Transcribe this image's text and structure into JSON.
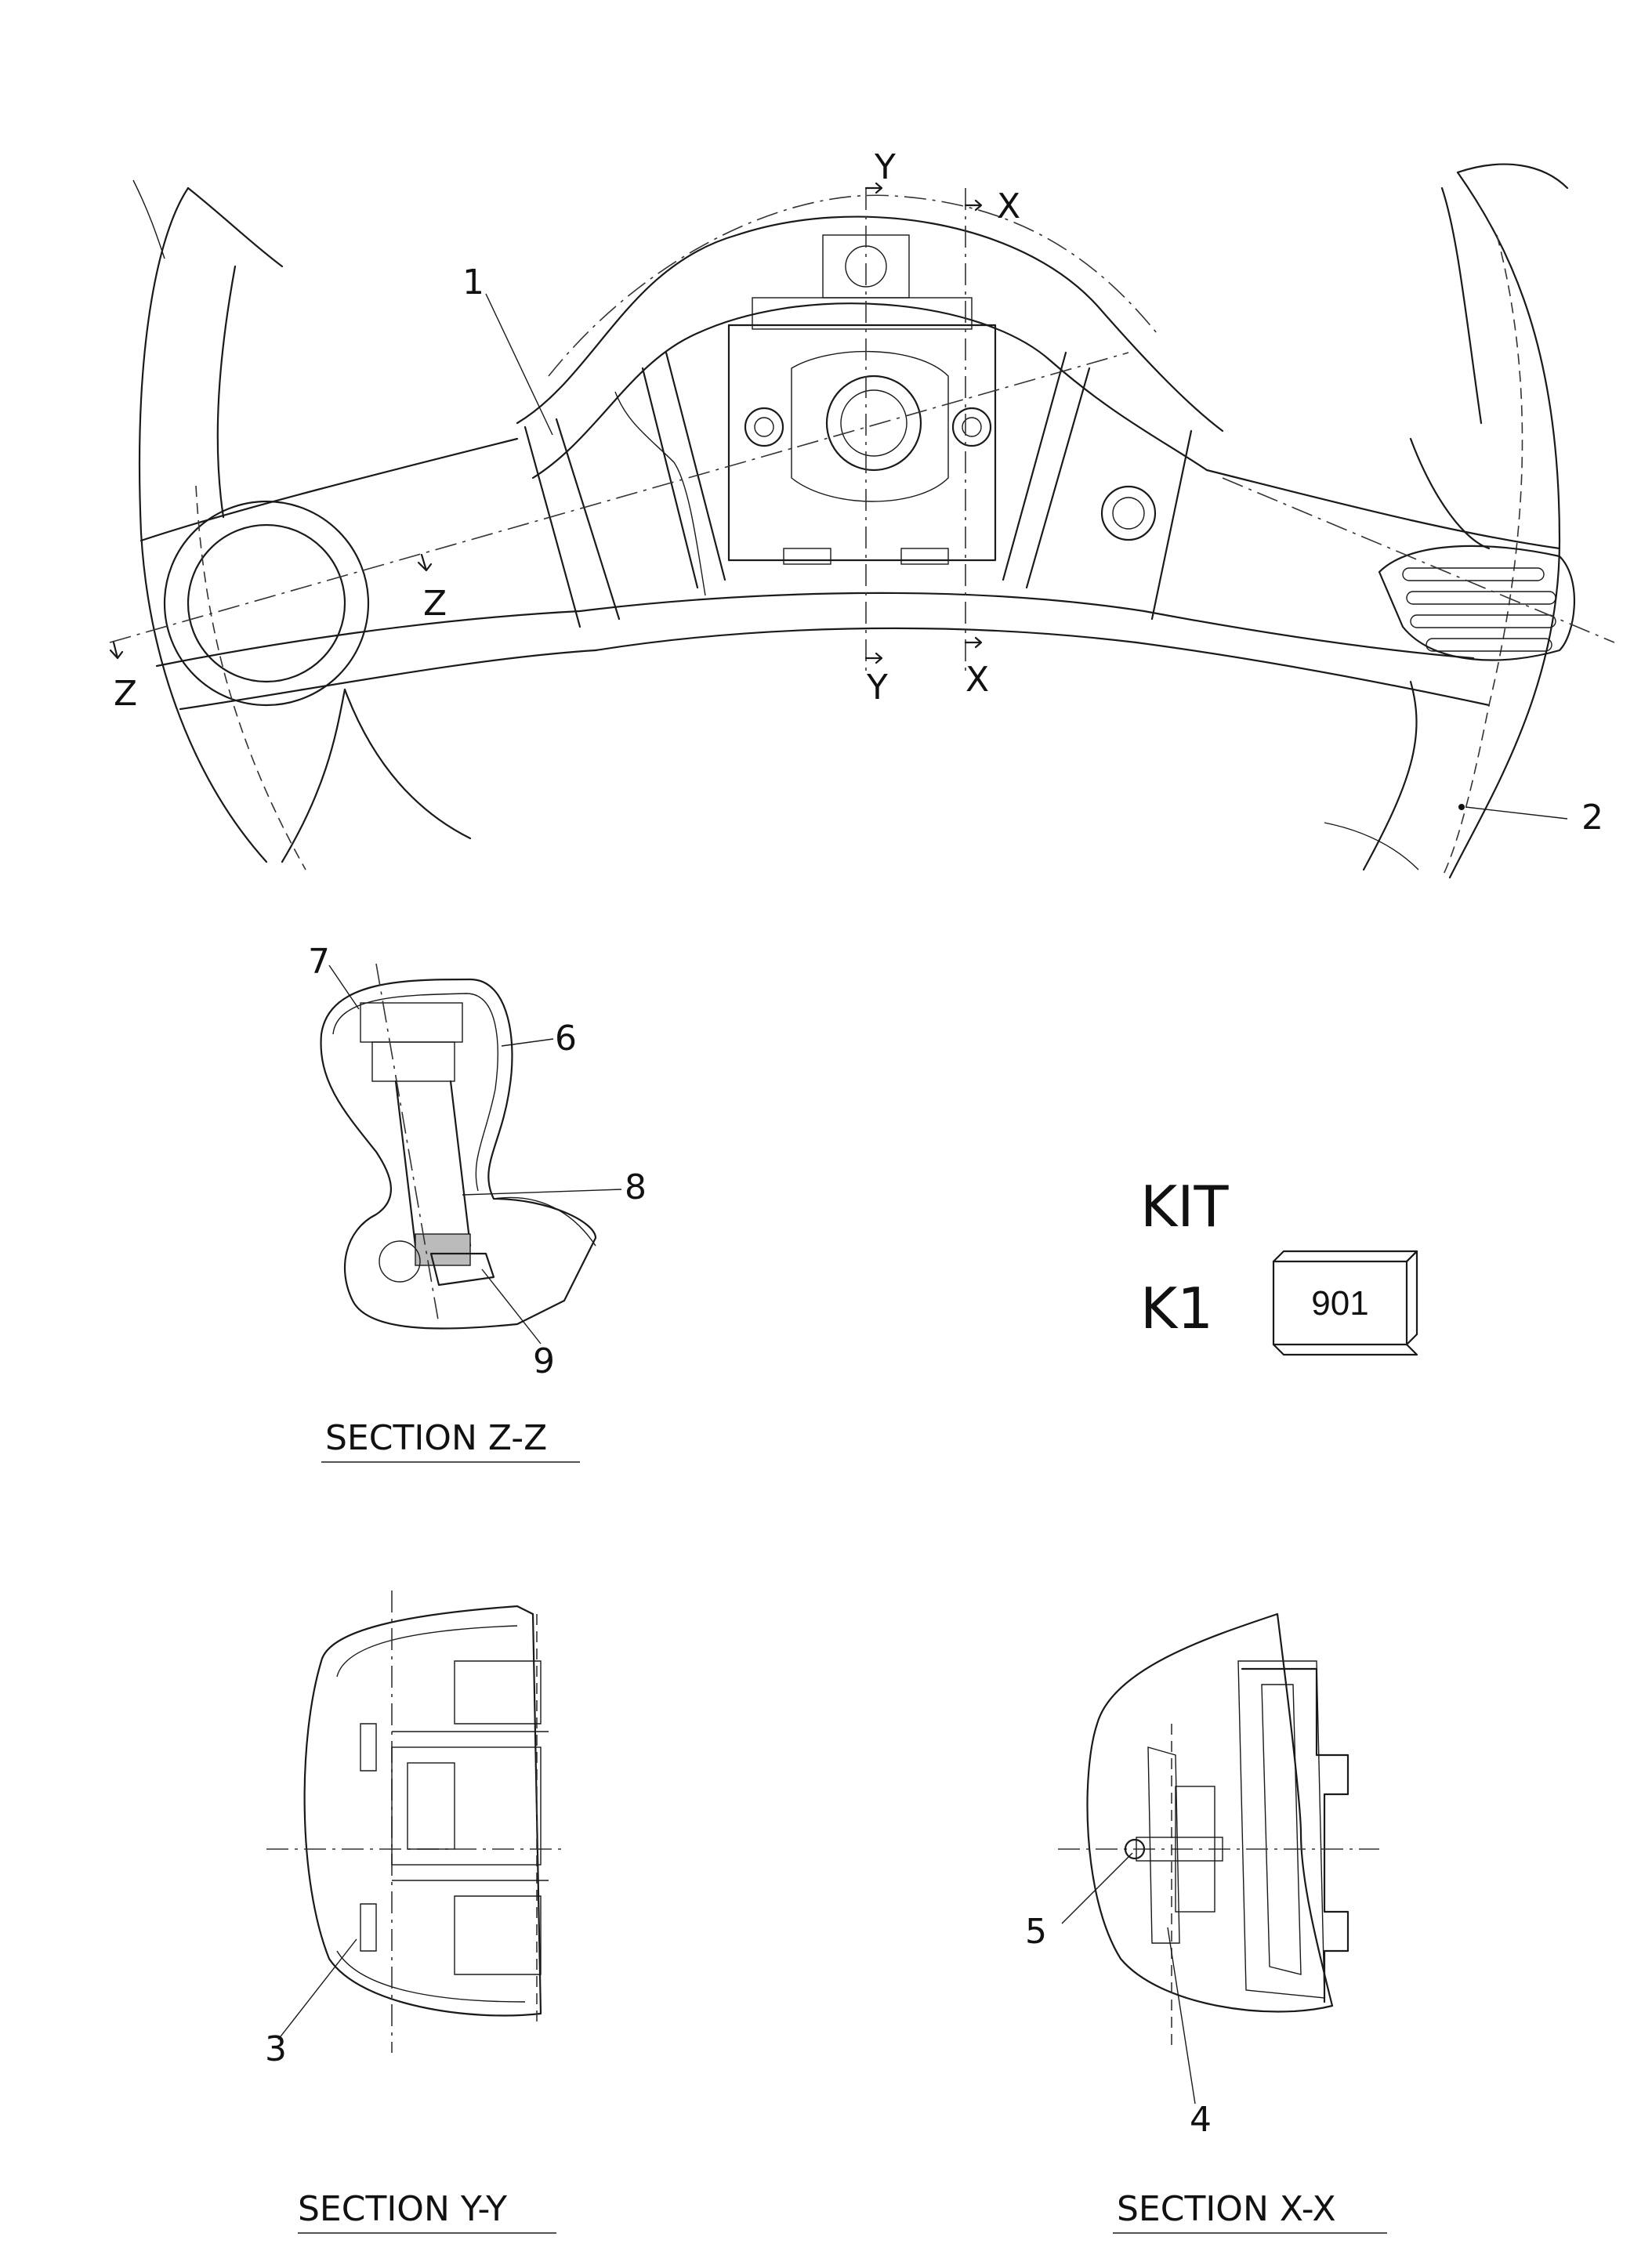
{
  "callouts": {
    "p1": "1",
    "p2": "2",
    "p3": "3",
    "p4": "4",
    "p5": "5",
    "p6": "6",
    "p7": "7",
    "p8": "8",
    "p9": "9"
  },
  "section_markers": {
    "y_top": "Y",
    "y_bottom": "Y",
    "x_top": "X",
    "x_bottom": "X",
    "z_left": "Z",
    "z_mid": "Z"
  },
  "section_titles": {
    "zz": "SECTION Z-Z",
    "yy": "SECTION Y-Y",
    "xx": "SECTION X-X"
  },
  "kit": {
    "heading": "KIT",
    "code": "K1",
    "ref_box": "901"
  }
}
